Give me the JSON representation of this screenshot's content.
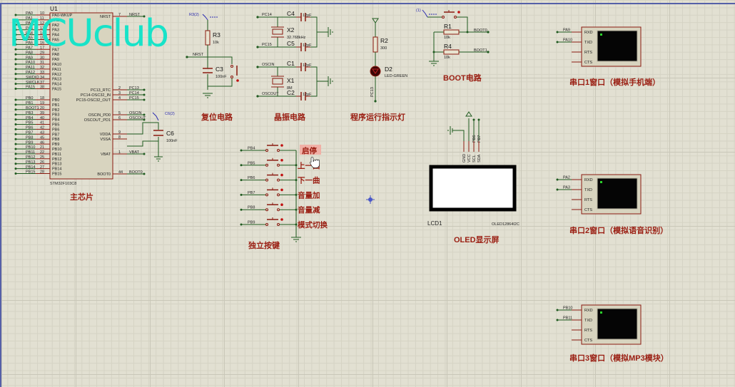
{
  "app": {
    "type": "Proteus ISIS schematic capture"
  },
  "watermark": "MCUclub",
  "mcu": {
    "ref": "U1",
    "part": "STM32F103C8",
    "title": "主芯片",
    "left_pins": [
      {
        "net": "PA0",
        "num": "10",
        "name": "PA0-WKUP"
      },
      {
        "net": "PA1",
        "num": "11",
        "name": "PA1"
      },
      {
        "net": "PA2",
        "num": "12",
        "name": "PA2"
      },
      {
        "net": "PA3",
        "num": "13",
        "name": "PA3"
      },
      {
        "net": "PA4",
        "num": "14",
        "name": "PA4"
      },
      {
        "net": "PA5",
        "num": "15",
        "name": "PA5"
      },
      {
        "net": "PA6",
        "num": "16",
        "name": "PA6"
      },
      {
        "net": "PA7",
        "num": "17",
        "name": "PA7"
      },
      {
        "net": "PA8",
        "num": "29",
        "name": "PA8"
      },
      {
        "net": "PA9",
        "num": "30",
        "name": "PA9"
      },
      {
        "net": "PA10",
        "num": "31",
        "name": "PA10"
      },
      {
        "net": "PA11",
        "num": "32",
        "name": "PA11"
      },
      {
        "net": "PA12",
        "num": "33",
        "name": "PA12"
      },
      {
        "net": "SWDIO",
        "num": "34",
        "name": "PA13"
      },
      {
        "net": "SWCLK",
        "num": "37",
        "name": "PA14"
      },
      {
        "net": "PA15",
        "num": "38",
        "name": "PA15"
      },
      {
        "net": "PB0",
        "num": "18",
        "name": "PB0"
      },
      {
        "net": "PB1",
        "num": "19",
        "name": "PB1"
      },
      {
        "net": "BOOT1",
        "num": "20",
        "name": "PB2"
      },
      {
        "net": "PB3",
        "num": "39",
        "name": "PB3"
      },
      {
        "net": "PB4",
        "num": "40",
        "name": "PB4"
      },
      {
        "net": "PB5",
        "num": "41",
        "name": "PB5"
      },
      {
        "net": "PB6",
        "num": "42",
        "name": "PB6"
      },
      {
        "net": "PB7",
        "num": "43",
        "name": "PB7"
      },
      {
        "net": "PB8",
        "num": "45",
        "name": "PB8"
      },
      {
        "net": "PB9",
        "num": "46",
        "name": "PB9"
      },
      {
        "net": "PB10",
        "num": "21",
        "name": "PB10"
      },
      {
        "net": "PB11",
        "num": "22",
        "name": "PB11"
      },
      {
        "net": "PB12",
        "num": "25",
        "name": "PB12"
      },
      {
        "net": "PB13",
        "num": "26",
        "name": "PB13"
      },
      {
        "net": "PB14",
        "num": "27",
        "name": "PB14"
      },
      {
        "net": "PB15",
        "num": "28",
        "name": "PB15"
      }
    ],
    "right_pins": {
      "nrst": {
        "name": "NRST",
        "num": "7",
        "net": "NRST"
      },
      "pc13": {
        "name": "PC13_RTC",
        "num": "2",
        "net": "PC13"
      },
      "pc14": {
        "name": "PC14-OSC32_IN",
        "num": "3",
        "net": "PC14"
      },
      "pc15": {
        "name": "PC15-OSC32_OUT",
        "num": "4",
        "net": "PC15"
      },
      "oscin": {
        "name": "OSCIN_PD0",
        "num": "5",
        "net": "OSCIN"
      },
      "oscout": {
        "name": "OSCOUT_PD1",
        "num": "6",
        "net": "OSCOUT"
      },
      "vdda": {
        "name": "VDDA",
        "num": "9"
      },
      "vssa": {
        "name": "VSSA",
        "num": "8"
      },
      "vbat": {
        "name": "VBAT",
        "num": "1",
        "net": "VBAT"
      },
      "boot0": {
        "name": "BOOT0",
        "num": "44",
        "net": "BOOT0"
      }
    },
    "c6": {
      "ref": "C6",
      "value": "100nF",
      "probe": "C6(2)"
    }
  },
  "reset": {
    "title": "复位电路",
    "r3": {
      "ref": "R3",
      "value": "10k",
      "probe": "R3(2)"
    },
    "c3": {
      "ref": "C3",
      "value": "100nF"
    },
    "net": "NRST"
  },
  "crystal": {
    "title": "晶振电路",
    "x2": {
      "ref": "X2",
      "value": "32.768kHz"
    },
    "x1": {
      "ref": "X1",
      "value": "8M"
    },
    "c4": {
      "ref": "C4",
      "value": "12pF"
    },
    "c5": {
      "ref": "C5",
      "value": "12pF"
    },
    "c1": {
      "ref": "C1",
      "value": "12pF"
    },
    "c2": {
      "ref": "C2",
      "value": "12pF"
    },
    "nets": {
      "pc14": "PC14",
      "pc15": "PC15",
      "oscin": "OSCIN",
      "oscout": "OSCOUT"
    }
  },
  "led": {
    "title": "程序运行指示灯",
    "r2": {
      "ref": "R2",
      "value": "300"
    },
    "d2": {
      "ref": "D2",
      "value": "LED-GREEN"
    },
    "net": "PC13"
  },
  "boot": {
    "title": "BOOT电路",
    "probe": "(1)",
    "r1": {
      "ref": "R1",
      "value": "10k"
    },
    "r4": {
      "ref": "R4",
      "value": "10k"
    },
    "net0": "BOOT0",
    "net1": "BOOT1"
  },
  "buttons": {
    "title": "独立按键",
    "items": [
      {
        "net": "PB4",
        "label": "启停",
        "highlighted": true
      },
      {
        "net": "PB5",
        "label": "上一曲"
      },
      {
        "net": "PB6",
        "label": "下一曲"
      },
      {
        "net": "PB7",
        "label": "音量加"
      },
      {
        "net": "PB8",
        "label": "音量减"
      },
      {
        "net": "PB9",
        "label": "模式切换"
      }
    ]
  },
  "oled": {
    "title": "OLED显示屏",
    "ref": "LCD1",
    "part": "OLED12864I2C",
    "pins": [
      "GND",
      "VCC",
      "SCL",
      "SDA"
    ],
    "nets": [
      "PB6",
      "PB7"
    ]
  },
  "terminals": [
    {
      "title": "串口1窗口（模拟手机端）",
      "rx_net": "PA9",
      "tx_net": "PA10"
    },
    {
      "title": "串口2窗口（模拟语音识别）",
      "rx_net": "PA2",
      "tx_net": "PA3"
    },
    {
      "title": "串口3窗口（模拟MP3模块）",
      "rx_net": "PB10",
      "tx_net": "PB11"
    }
  ],
  "terminal_pins": [
    "RXD",
    "TXD",
    "RTS",
    "CTS"
  ],
  "colors": {
    "wire": "#1f5a1f",
    "pin": "#8a1a10",
    "body": "#d8d4bf",
    "outline": "#8a1a10",
    "title": "#9a1e12",
    "watermark": "#18e3c8",
    "grid": "#e2e0d2"
  }
}
